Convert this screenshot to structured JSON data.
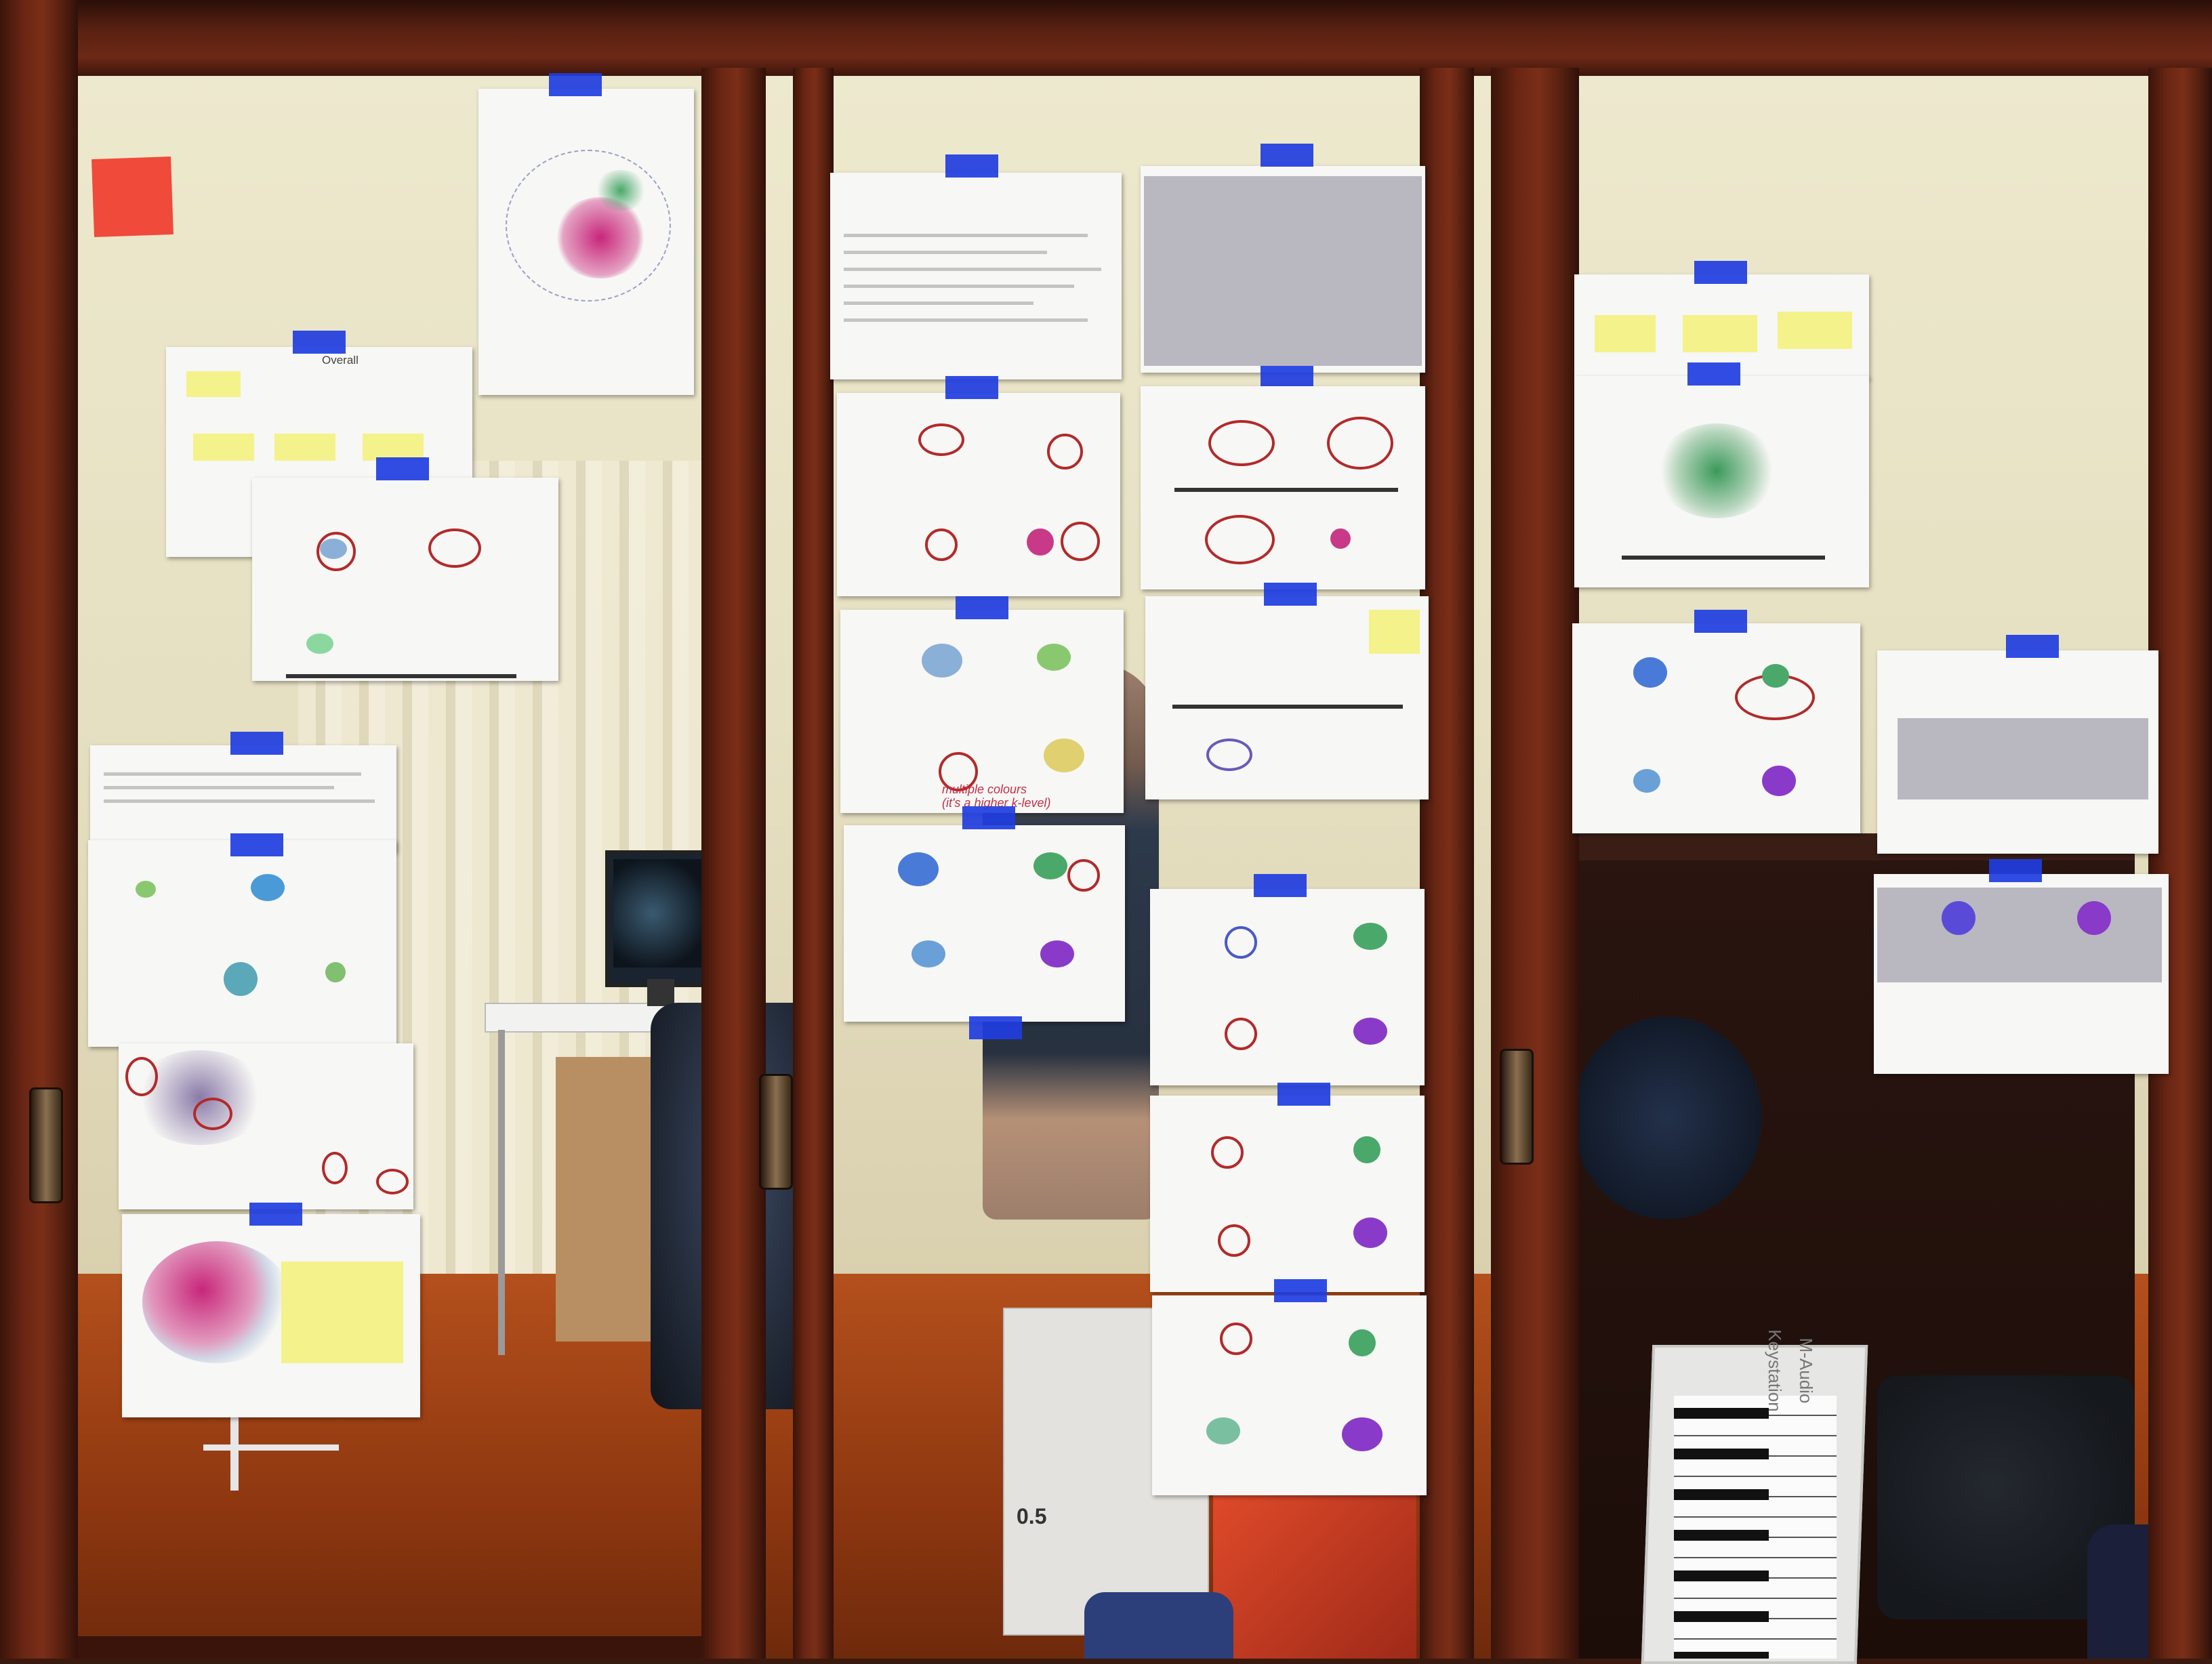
{
  "scene": {
    "description_free": true
  },
  "papers": {
    "overall_title": "Overall",
    "handwritten_note_line1": "multiple colours",
    "handwritten_note_line2": "(it's a higher k-level)",
    "keyboard_brand": "M-Audio Keystation",
    "box_label": "0.5"
  },
  "colors": {
    "tape": "#1f3de0",
    "sticky_note": "#f4f28a",
    "red_sticky": "#f04a3a",
    "annotation_ring": "#b22a2a",
    "cluster_magenta": "#c8267a",
    "cluster_blue": "#4a7ad8",
    "cluster_green": "#4aa86a",
    "cluster_purple": "#8a3ac8"
  }
}
